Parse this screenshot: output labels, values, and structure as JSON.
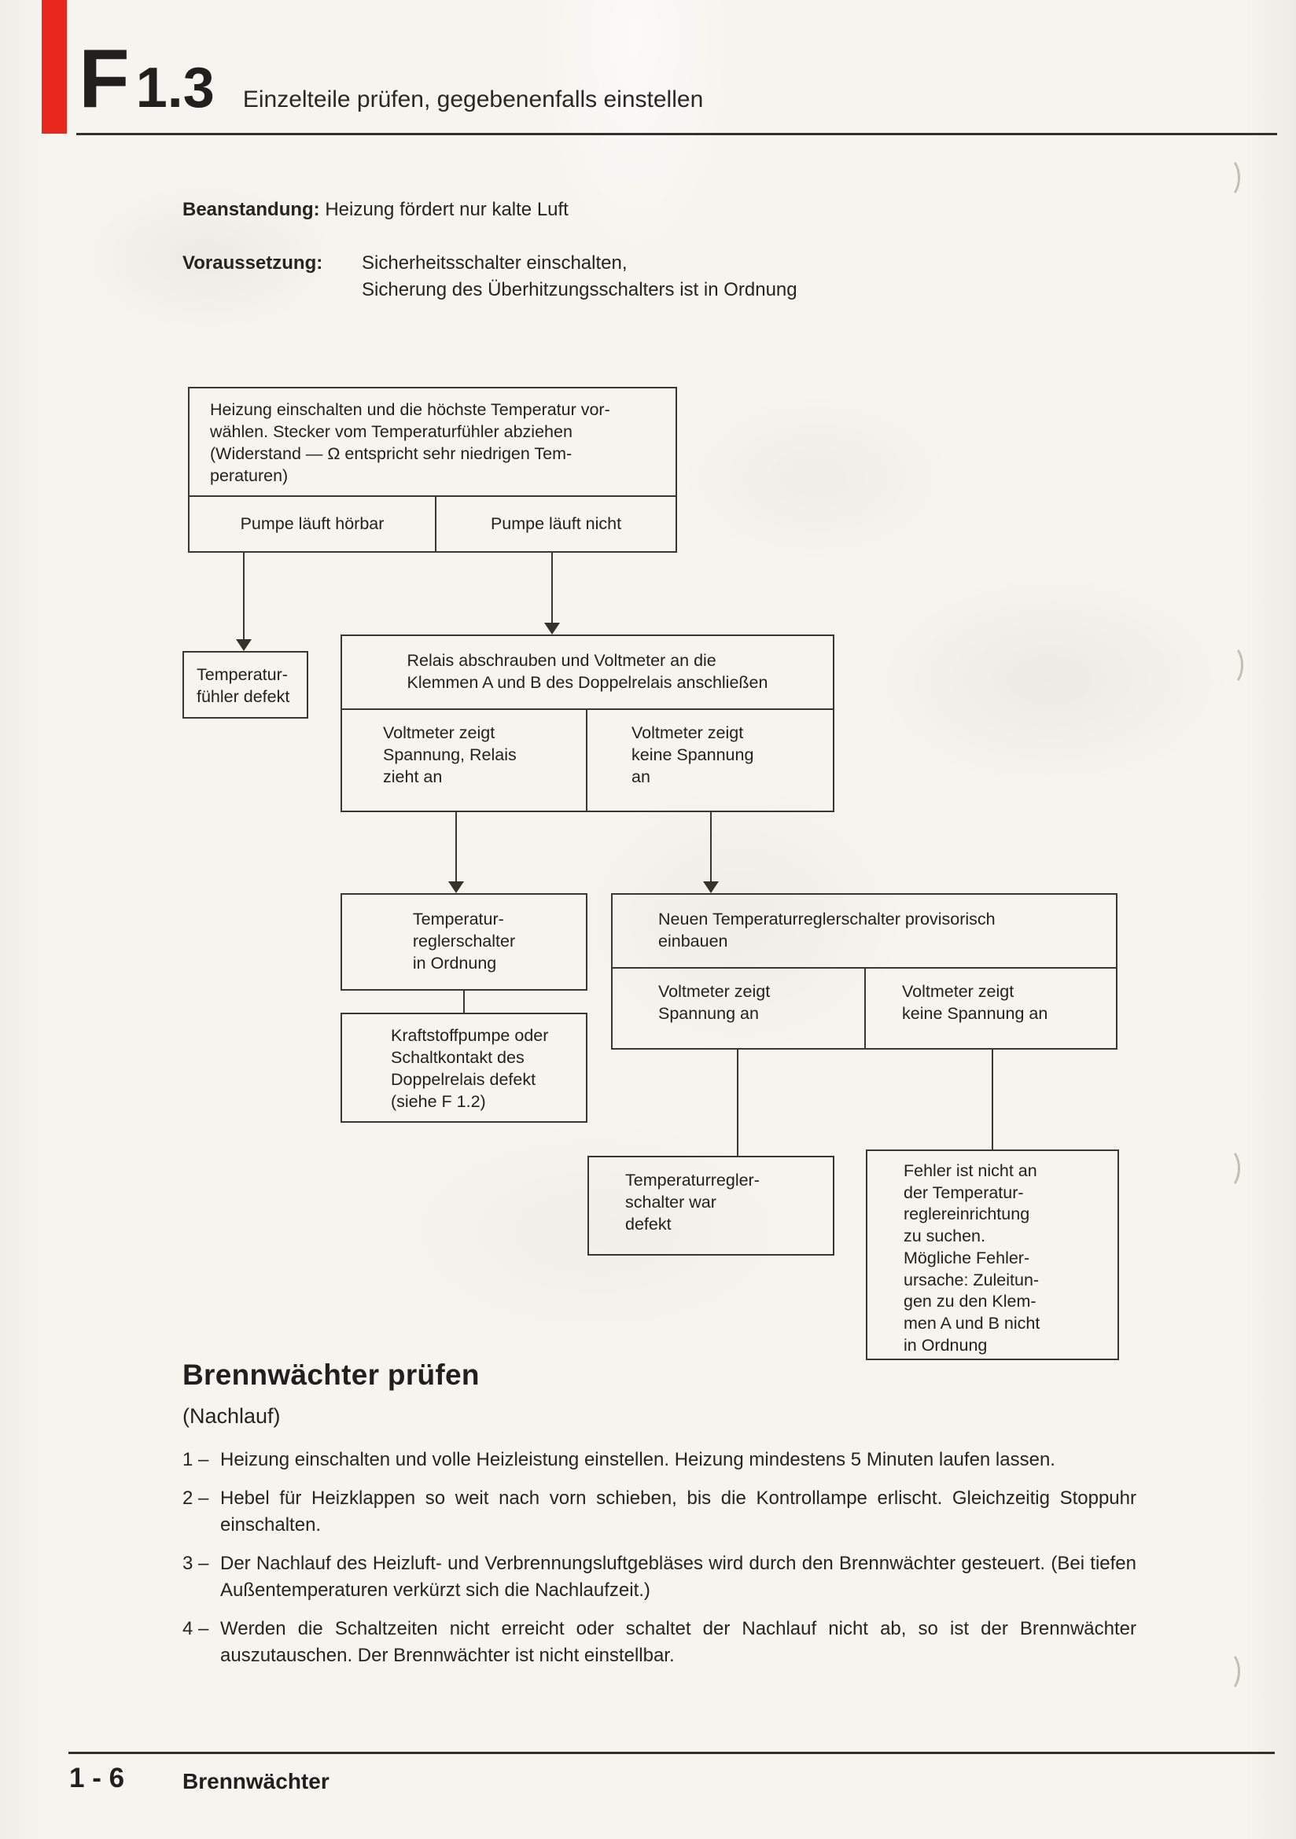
{
  "colors": {
    "accent_red": "#e8271f",
    "ink": "#262320",
    "paper": "#f6f4ee",
    "line": "#3a3630"
  },
  "header": {
    "code_letter": "F",
    "code_number": "1.3",
    "title": "Einzelteile prüfen, gegebenenfalls einstellen"
  },
  "intro": {
    "complaint_label": "Beanstandung:",
    "complaint_text": "Heizung fördert nur kalte Luft",
    "precondition_label": "Voraussetzung:",
    "precondition_line1": "Sicherheitsschalter einschalten,",
    "precondition_line2": "Sicherung des Überhitzungsschalters ist in Ordnung"
  },
  "flowchart": {
    "start_box": "Heizung einschalten und die höchste Temperatur vor-\nwählen. Stecker vom Temperaturfühler abziehen\n(Widerstand — Ω entspricht sehr niedrigen Tem-\nperaturen)",
    "pump_runs_audible": "Pumpe läuft hörbar",
    "pump_not_running": "Pumpe läuft nicht",
    "sensor_defective": "Temperatur-\nfühler defekt",
    "relay_instruction": "Relais abschrauben und Voltmeter an die\nKlemmen A und B des Doppelrelais anschließen",
    "voltmeter_voltage": "Voltmeter zeigt\nSpannung, Relais\nzieht an",
    "voltmeter_no_voltage": "Voltmeter zeigt\nkeine Spannung\nan",
    "regulator_ok": "Temperatur-\nreglerschalter\nin Ordnung",
    "fuelpump_defective": "Kraftstoffpumpe oder\nSchaltkontakt des\nDoppelrelais defekt\n(siehe F 1.2)",
    "install_new_regulator": "Neuen Temperaturreglerschalter provisorisch\neinbauen",
    "voltmeter2_voltage": "Voltmeter zeigt\nSpannung an",
    "voltmeter2_no_voltage": "Voltmeter zeigt\nkeine Spannung an",
    "regulator_was_defective": "Temperaturregler-\nschalter war\ndefekt",
    "fault_elsewhere": "Fehler ist nicht an\nder Temperatur-\nreglereinrichtung\nzu suchen.\nMögliche Fehler-\nursache: Zuleitun-\ngen zu den Klem-\nmen A und B nicht\nin Ordnung"
  },
  "section": {
    "heading": "Brennwächter prüfen",
    "subheading": "(Nachlauf)",
    "items": [
      {
        "label": "1 –",
        "text": "Heizung einschalten und volle Heizleistung einstellen. Heizung mindestens 5 Minuten laufen lassen."
      },
      {
        "label": "2 –",
        "text": "Hebel für Heizklappen so weit nach vorn schieben, bis die Kontrollampe erlischt. Gleichzeitig Stoppuhr einschalten."
      },
      {
        "label": "3 –",
        "text": "Der Nachlauf des Heizluft- und Verbrennungsluftgebläses wird durch den Brennwächter gesteuert. (Bei tiefen Außentemperaturen verkürzt sich die Nachlaufzeit.)"
      },
      {
        "label": "4 –",
        "text": "Werden die Schaltzeiten nicht erreicht oder schaltet der Nachlauf nicht ab, so ist der Brennwächter auszutauschen. Der Brennwächter ist nicht einstellbar."
      }
    ]
  },
  "footer": {
    "page_number": "1 - 6",
    "chapter": "Brennwächter"
  }
}
